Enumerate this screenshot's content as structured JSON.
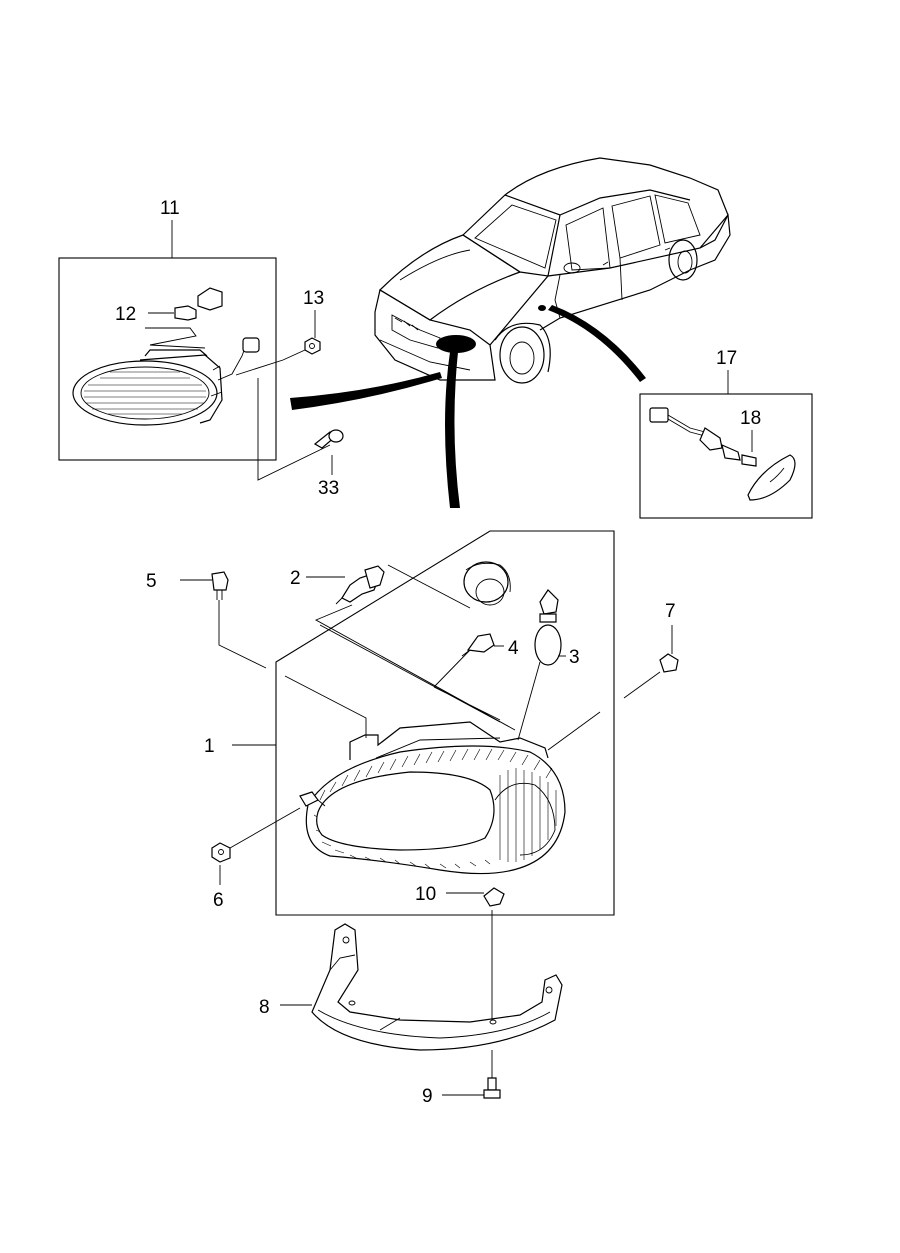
{
  "callouts": {
    "c1": "1",
    "c2": "2",
    "c3": "3",
    "c4": "4",
    "c5": "5",
    "c6": "6",
    "c7": "7",
    "c8": "8",
    "c9": "9",
    "c10": "10",
    "c11": "11",
    "c12": "12",
    "c13": "13",
    "c17": "17",
    "c18": "18",
    "c33": "33"
  },
  "colors": {
    "line": "#000000",
    "background": "#ffffff"
  }
}
